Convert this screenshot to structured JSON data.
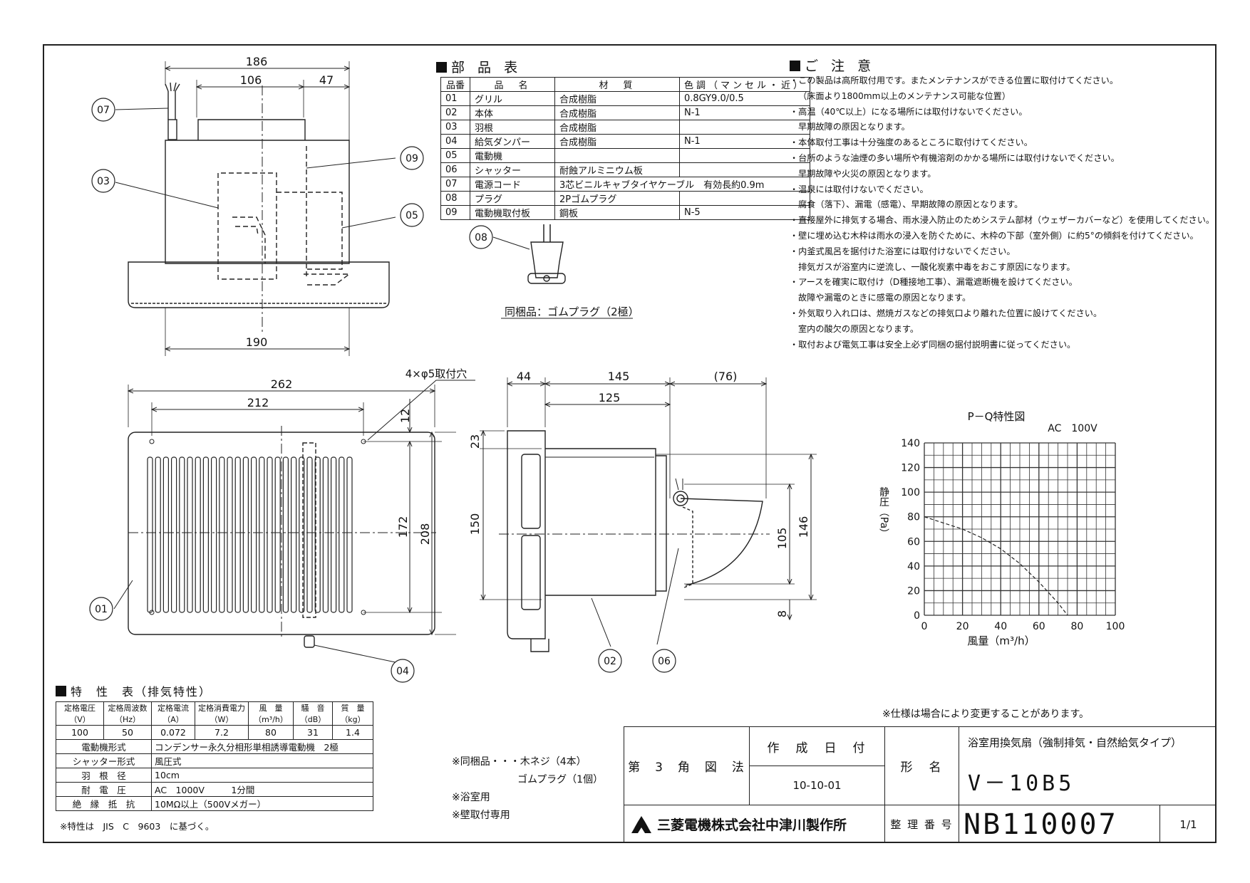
{
  "views": {
    "side": {
      "callouts": [
        "07",
        "03",
        "09",
        "05"
      ],
      "dim_total": "186",
      "dim_a": "106",
      "dim_b": "47",
      "dim_bottom": "190"
    },
    "front": {
      "hole_note": "4×φ5取付穴",
      "dim_w_outer": "262",
      "dim_w_inner": "212",
      "dim_top": "12",
      "dim_h_inner": "172",
      "dim_h_outer": "208",
      "callouts": [
        "01",
        "04"
      ]
    },
    "section": {
      "dim_44": "44",
      "dim_145": "145",
      "dim_76": "(76)",
      "dim_125": "125",
      "dim_23": "23",
      "dim_150": "150",
      "dim_146": "146",
      "dim_105": "105",
      "dim_8": "8",
      "callouts": [
        "02",
        "06"
      ]
    },
    "plug": {
      "callout": "08",
      "caption": "同梱品：ゴムプラグ（2極）"
    }
  },
  "parts_table": {
    "title": "部 品 表",
    "headers": [
      "品番",
      "品　名",
      "材　質",
      "色調（マンセル・近）"
    ],
    "rows": [
      [
        "01",
        "グリル",
        "合成樹脂",
        "0.8GY9.0/0.5"
      ],
      [
        "02",
        "本体",
        "合成樹脂",
        "N-1"
      ],
      [
        "03",
        "羽根",
        "合成樹脂",
        ""
      ],
      [
        "04",
        "給気ダンパー",
        "合成樹脂",
        "N-1"
      ],
      [
        "05",
        "電動機",
        "",
        ""
      ],
      [
        "06",
        "シャッター",
        "耐蝕アルミニウム板",
        ""
      ],
      [
        "07",
        "電源コード",
        "3芯ビニルキャブタイヤケーブル　有効長約0.9m",
        ""
      ],
      [
        "08",
        "プラグ",
        "2Pゴムプラグ",
        ""
      ],
      [
        "09",
        "電動機取付板",
        "鋼板",
        "N-5"
      ]
    ]
  },
  "notes": {
    "title": "ご 注 意",
    "lines": [
      {
        "text": "・この製品は高所取付用です。またメンテナンスができる位置に取付けてください。",
        "indent": false
      },
      {
        "text": "（床面より1800mm以上のメンテナンス可能な位置）",
        "indent": true
      },
      {
        "text": "・高温（40℃以上）になる場所には取付けないでください。",
        "indent": false
      },
      {
        "text": "早期故障の原因となります。",
        "indent": true
      },
      {
        "text": "・本体取付工事は十分強度のあるところに取付けてください。",
        "indent": false
      },
      {
        "text": "・台所のような油煙の多い場所や有機溶剤のかかる場所には取付けないでください。",
        "indent": false
      },
      {
        "text": "早期故障や火災の原因となります。",
        "indent": true
      },
      {
        "text": "・温泉には取付けないでください。",
        "indent": false
      },
      {
        "text": "腐食（落下）、漏電（感電）、早期故障の原因となります。",
        "indent": true
      },
      {
        "text": "・直接屋外に排気する場合、雨水浸入防止のためシステム部材（ウェザーカバーなど）を使用してください。",
        "indent": false
      },
      {
        "text": "・壁に埋め込む木枠は雨水の浸入を防ぐために、木枠の下部（室外側）に約5°の傾斜を付けてください。",
        "indent": false
      },
      {
        "text": "・内釜式風呂を据付けた浴室には取付けないでください。",
        "indent": false
      },
      {
        "text": "排気ガスが浴室内に逆流し、一酸化炭素中毒をおこす原因になります。",
        "indent": true
      },
      {
        "text": "・アースを確実に取付け（D種接地工事）、漏電遮断機を設けてください。",
        "indent": false
      },
      {
        "text": "故障や漏電のときに感電の原因となります。",
        "indent": true
      },
      {
        "text": "・外気取り入れ口は、燃焼ガスなどの排気口より離れた位置に設けてください。",
        "indent": false
      },
      {
        "text": "室内の酸欠の原因となります。",
        "indent": true
      },
      {
        "text": "・取付および電気工事は安全上必ず同梱の据付説明書に従ってください。",
        "indent": false
      }
    ]
  },
  "pq_chart": {
    "title": "P－Q特性図",
    "condition": "AC　100V",
    "ylabel": "静圧（Pa）",
    "xlabel": "風量（m³/h）"
  },
  "chart_data": {
    "type": "line",
    "title": "P－Q特性図",
    "xlabel": "風量（m³/h）",
    "ylabel": "静圧（Pa）",
    "xlim": [
      0,
      100
    ],
    "ylim": [
      0,
      140
    ],
    "xticks": [
      "0",
      "20",
      "40",
      "60",
      "80",
      "100"
    ],
    "yticks": [
      "0",
      "20",
      "40",
      "60",
      "80",
      "100",
      "120",
      "140"
    ],
    "grid": true,
    "x": [
      0,
      10,
      20,
      30,
      40,
      50,
      60,
      70,
      75
    ],
    "y": [
      80,
      75,
      70,
      63,
      54,
      42,
      27,
      10,
      0
    ]
  },
  "spec_table": {
    "title": "特　性　表（排気特性）",
    "headers": [
      [
        "定格電圧",
        "（V）"
      ],
      [
        "定格周波数",
        "（Hz）"
      ],
      [
        "定格電流",
        "（A）"
      ],
      [
        "定格消費電力",
        "（W）"
      ],
      [
        "風　量",
        "（m³/h）"
      ],
      [
        "騒　音",
        "（dB）"
      ],
      [
        "質　量",
        "（kg）"
      ]
    ],
    "values": [
      "100",
      "50",
      "0.072",
      "7.2",
      "80",
      "31",
      "1.4"
    ],
    "rows": [
      {
        "label": "電動機形式",
        "value": "コンデンサー永久分相形単相誘導電動機　2極"
      },
      {
        "label": "シャッター形式",
        "value": "風圧式"
      },
      {
        "label": "羽　根　径",
        "value": "10cm"
      },
      {
        "label": "耐　電　圧",
        "value": "AC　1000V　　　1分間"
      },
      {
        "label": "絶　縁　抵　抗",
        "value": "10MΩ以上（500Vメガー）"
      }
    ],
    "footnote": "※特性は　JIS　C　9603　に基づく。"
  },
  "accessories": {
    "line1": "※同梱品・・・木ネジ（4本）",
    "line2": "ゴムプラグ（1個）",
    "line3": "※浴室用",
    "line4": "※壁取付専用"
  },
  "spec_change_note": "※仕様は場合により変更することがあります。",
  "title_block": {
    "projection": "第　3　角　図　法",
    "created_label": "作　成　日　付",
    "created_date": "10-10-01",
    "model_label": "形　名",
    "product_name": "浴室用換気扇（強制排気・自然給気タイプ）",
    "model_number": "V－10B5",
    "company": "三菱電機株式会社中津川製作所",
    "drawing_no_label": "整 理 番 号",
    "drawing_no": "NB110007",
    "sheet": "1/1"
  }
}
